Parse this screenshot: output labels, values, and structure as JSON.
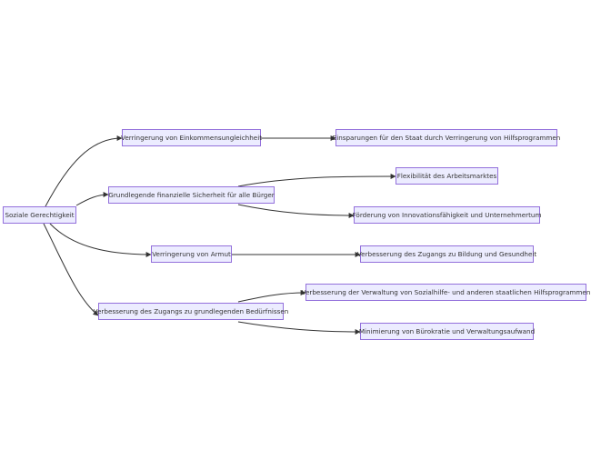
{
  "diagram": {
    "type": "flowchart-LR",
    "colors": {
      "node_fill": "#ececff",
      "node_border": "#9370db",
      "edge": "#333333",
      "text": "#333333"
    },
    "nodes": {
      "root": "Soziale Gerechtigkeit",
      "a": "Verringerung von Einkommensungleichheit",
      "b": "Grundlegende finanzielle Sicherheit für alle Bürger",
      "c": "Verringerung von Armut",
      "d": "Verbesserung des Zugangs zu grundlegenden Bedürfnissen",
      "a1": "Einsparungen für den Staat durch Verringerung von Hilfsprogrammen",
      "b1": "Flexibilität des Arbeitsmarktes",
      "b2": "Förderung von Innovationsfähigkeit und Unternehmertum",
      "c1": "Verbesserung des Zugangs zu Bildung und Gesundheit",
      "d1": "Verbesserung der Verwaltung von Sozialhilfe- und anderen staatlichen Hilfsprogrammen",
      "d2": "Minimierung von Bürokratie und Verwaltungsaufwand"
    },
    "edges": [
      [
        "root",
        "a"
      ],
      [
        "root",
        "b"
      ],
      [
        "root",
        "c"
      ],
      [
        "root",
        "d"
      ],
      [
        "a",
        "a1"
      ],
      [
        "b",
        "b1"
      ],
      [
        "b",
        "b2"
      ],
      [
        "c",
        "c1"
      ],
      [
        "d",
        "d1"
      ],
      [
        "d",
        "d2"
      ]
    ]
  }
}
